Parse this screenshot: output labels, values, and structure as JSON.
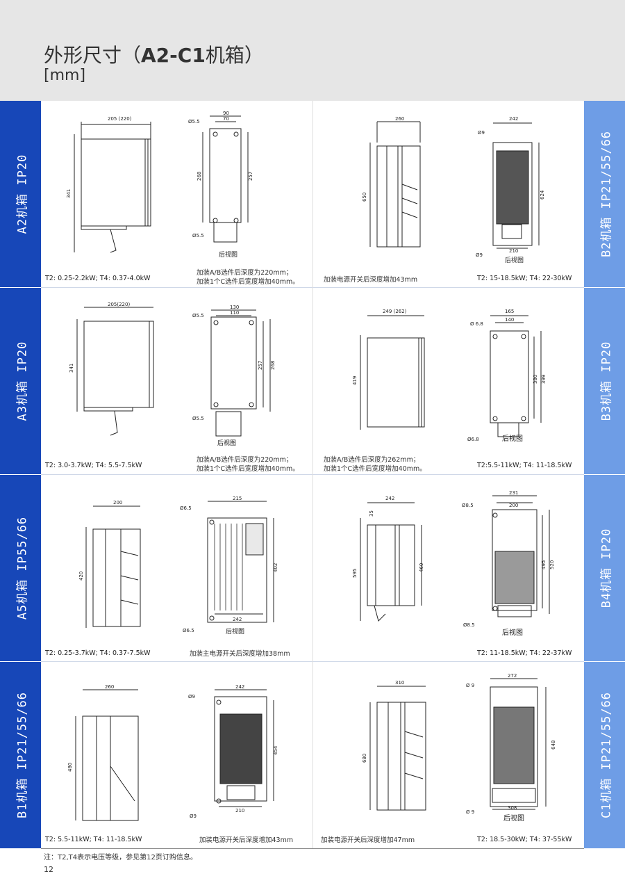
{
  "header": {
    "title_prefix": "外形尺寸（",
    "title_bold": "A2-C1",
    "title_suffix": "机箱）",
    "unit": "[mm]"
  },
  "left_labels": [
    "A2机箱  IP20",
    "A3机箱  IP20",
    "A5机箱  IP55/66",
    "B1机箱  IP21/55/66"
  ],
  "right_labels": [
    "B2机箱  IP21/55/66",
    "B3机箱  IP20",
    "B4机箱  IP20",
    "C1机箱  IP21/55/66"
  ],
  "panels": {
    "a2": {
      "spec": "T2: 0.25-2.2kW;  T4: 0.37-4.0kW",
      "note1": "加装A/B选件后深度为220mm；",
      "note2": "加装1个C选件后宽度增加40mm。",
      "dims": [
        "205 (220)",
        "341",
        "90",
        "70",
        "Ø5.5",
        "268",
        "257",
        "Ø5.5"
      ],
      "rear": "后视图"
    },
    "b2": {
      "spec": "T2: 15-18.5kW;  T4: 22-30kW",
      "note1": "加装电源开关后深度增加43mm",
      "dims": [
        "260",
        "650",
        "242",
        "Ø9",
        "624",
        "210",
        "Ø9"
      ],
      "rear": "后视图"
    },
    "a3": {
      "spec": "T2: 3.0-3.7kW;  T4: 5.5-7.5kW",
      "note1": "加装A/B选件后深度为220mm；",
      "note2": "加装1个C选件后宽度增加40mm。",
      "dims": [
        "205(220)",
        "341",
        "130",
        "110",
        "Ø5.5",
        "257",
        "268",
        "Ø5.5"
      ],
      "rear": "后视图"
    },
    "b3": {
      "spec": "T2:5.5-11kW;  T4: 11-18.5kW",
      "note1": "加装A/B选件后深度为262mm；",
      "note2": "加装1个C选件后宽度增加40mm。",
      "dims": [
        "249 (262)",
        "419",
        "165",
        "140",
        "Ø 6.8",
        "380",
        "399",
        "Ø6.8"
      ],
      "rear": "后视图"
    },
    "a5": {
      "spec": "T2: 0.25-3.7kW;  T4: 0.37-7.5kW",
      "note1": "加装主电源开关后深度增加38mm",
      "dims": [
        "200",
        "420",
        "215",
        "Ø6.5",
        "402",
        "242",
        "Ø6.5"
      ],
      "rear": "后视图"
    },
    "b4": {
      "spec": "T2: 11-18.5kW;  T4: 22-37kW",
      "dims": [
        "242",
        "35",
        "595",
        "460",
        "231",
        "200",
        "Ø8.5",
        "495",
        "520",
        "Ø8.5"
      ],
      "rear": "后视图"
    },
    "b1": {
      "spec": "T2: 5.5-11kW;  T4: 11-18.5kW",
      "note1": "加装电源开关后深度增加43mm",
      "dims": [
        "260",
        "480",
        "242",
        "Ø9",
        "454",
        "210",
        "Ø9"
      ],
      "rear": ""
    },
    "c1": {
      "spec": "T2: 18.5-30kW;  T4: 37-55kW",
      "note1": "加装电源开关后深度增加47mm",
      "dims": [
        "310",
        "680",
        "272",
        "Ø 9",
        "648",
        "308",
        "Ø 9"
      ],
      "rear": "后视图"
    }
  },
  "footer": {
    "note": "注：T2,T4表示电压等级，参见第12页订购信息。",
    "page": "12"
  }
}
